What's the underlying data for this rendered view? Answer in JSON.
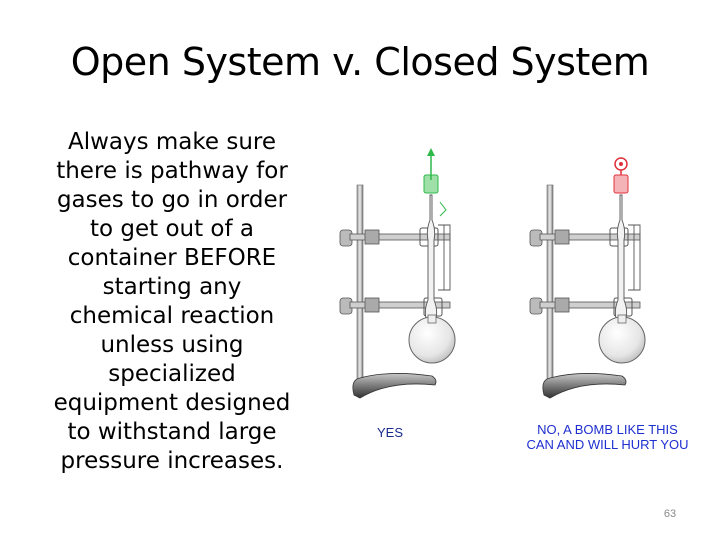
{
  "slide": {
    "title": "Open System v. Closed System",
    "body": "Always make sure\nthere is pathway for\ngases to go in order\nto get out of a\ncontainer BEFORE\nstarting any\nchemical reaction\nunless using\nspecialized\nequipment designed\nto withstand large\npressure increases.",
    "page_number": "63"
  },
  "figure": {
    "left_caption": "YES",
    "right_caption": "NO, A BOMB LIKE THIS\nCAN AND WILL HURT YOU",
    "open_color": "#2db84a",
    "closed_color": "#e0303a",
    "caption_color": "#1e2fd0"
  }
}
